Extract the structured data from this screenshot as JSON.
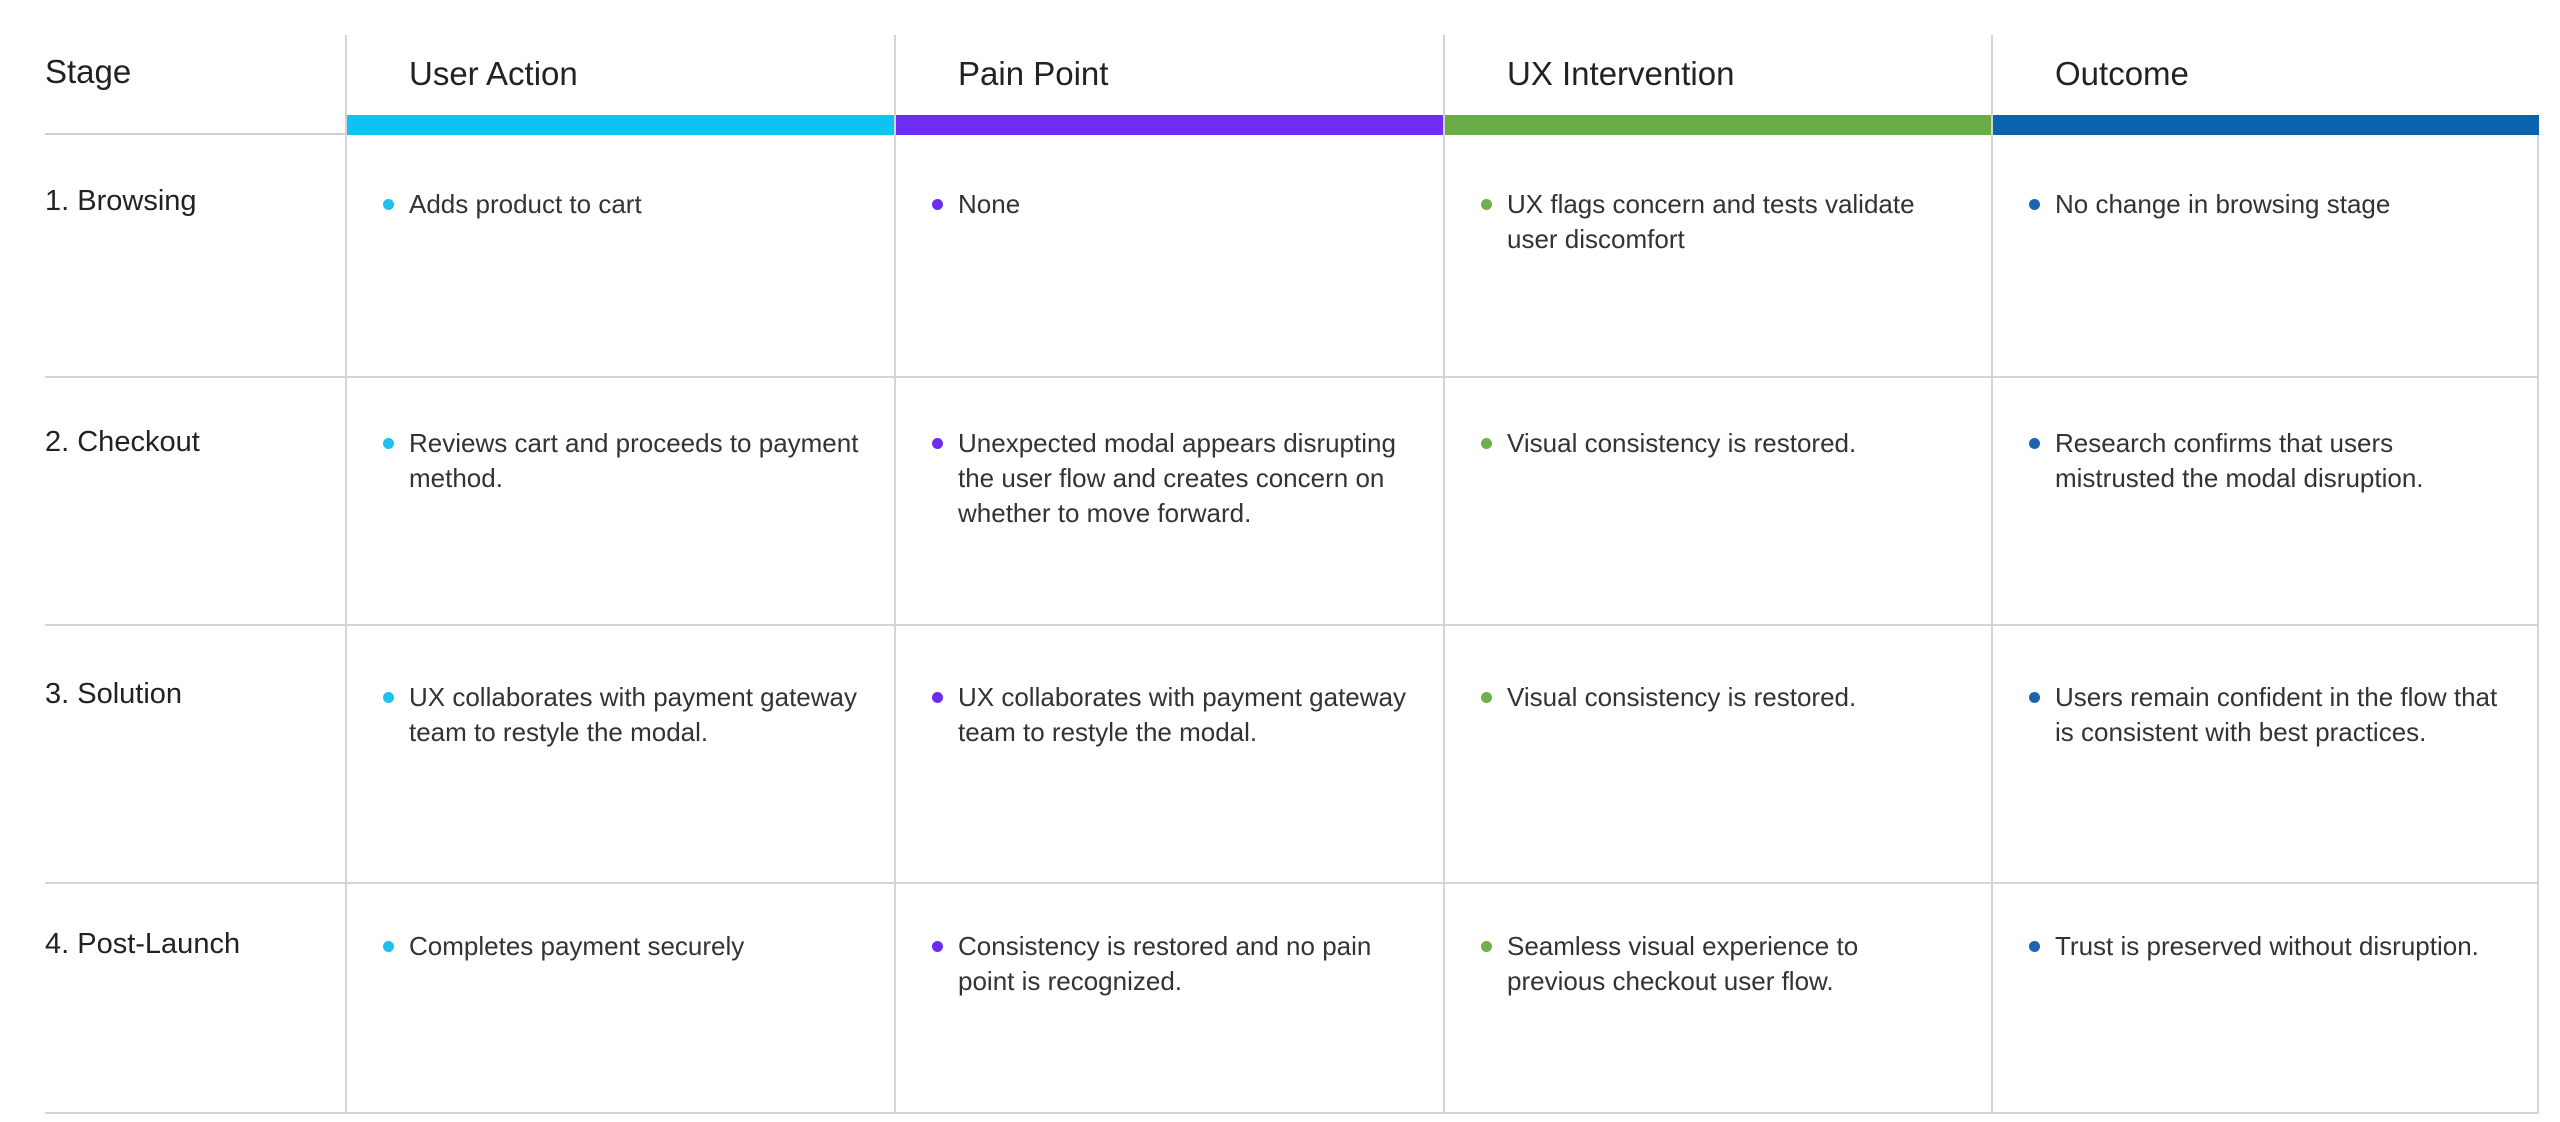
{
  "header": {
    "stage": "Stage",
    "columns": [
      {
        "title": "User Action",
        "color": "#0ec2f2"
      },
      {
        "title": "Pain Point",
        "color": "#6f2cf3"
      },
      {
        "title": "UX Intervention",
        "color": "#6aac45"
      },
      {
        "title": "Outcome",
        "color": "#0a64b0"
      }
    ]
  },
  "rows": [
    {
      "stage": "1. Browsing",
      "user_action": "Adds product to cart",
      "pain_point": "None",
      "ux_intervention": "UX flags concern and tests validate user discomfort",
      "outcome": "No change in browsing stage"
    },
    {
      "stage": "2. Checkout",
      "user_action": "Reviews cart and proceeds to payment method.",
      "pain_point": "Unexpected modal appears disrupting the user flow and creates concern on whether to move forward.",
      "ux_intervention": "Visual consistency is restored.",
      "outcome": "Research confirms that users mistrusted the modal disruption."
    },
    {
      "stage": "3. Solution",
      "user_action": "UX collaborates with payment gateway team to restyle the modal.",
      "pain_point": "UX collaborates with payment gateway team to restyle the modal.",
      "ux_intervention": "Visual consistency is restored.",
      "outcome": "Users remain confident in the flow that is consistent with best practices."
    },
    {
      "stage": "4. Post-Launch",
      "user_action": "Completes payment securely",
      "pain_point": "Consistency is restored and no pain point is recognized.",
      "ux_intervention": "Seamless visual experience to previous checkout user flow.",
      "outcome": "Trust is preserved without disruption."
    }
  ]
}
